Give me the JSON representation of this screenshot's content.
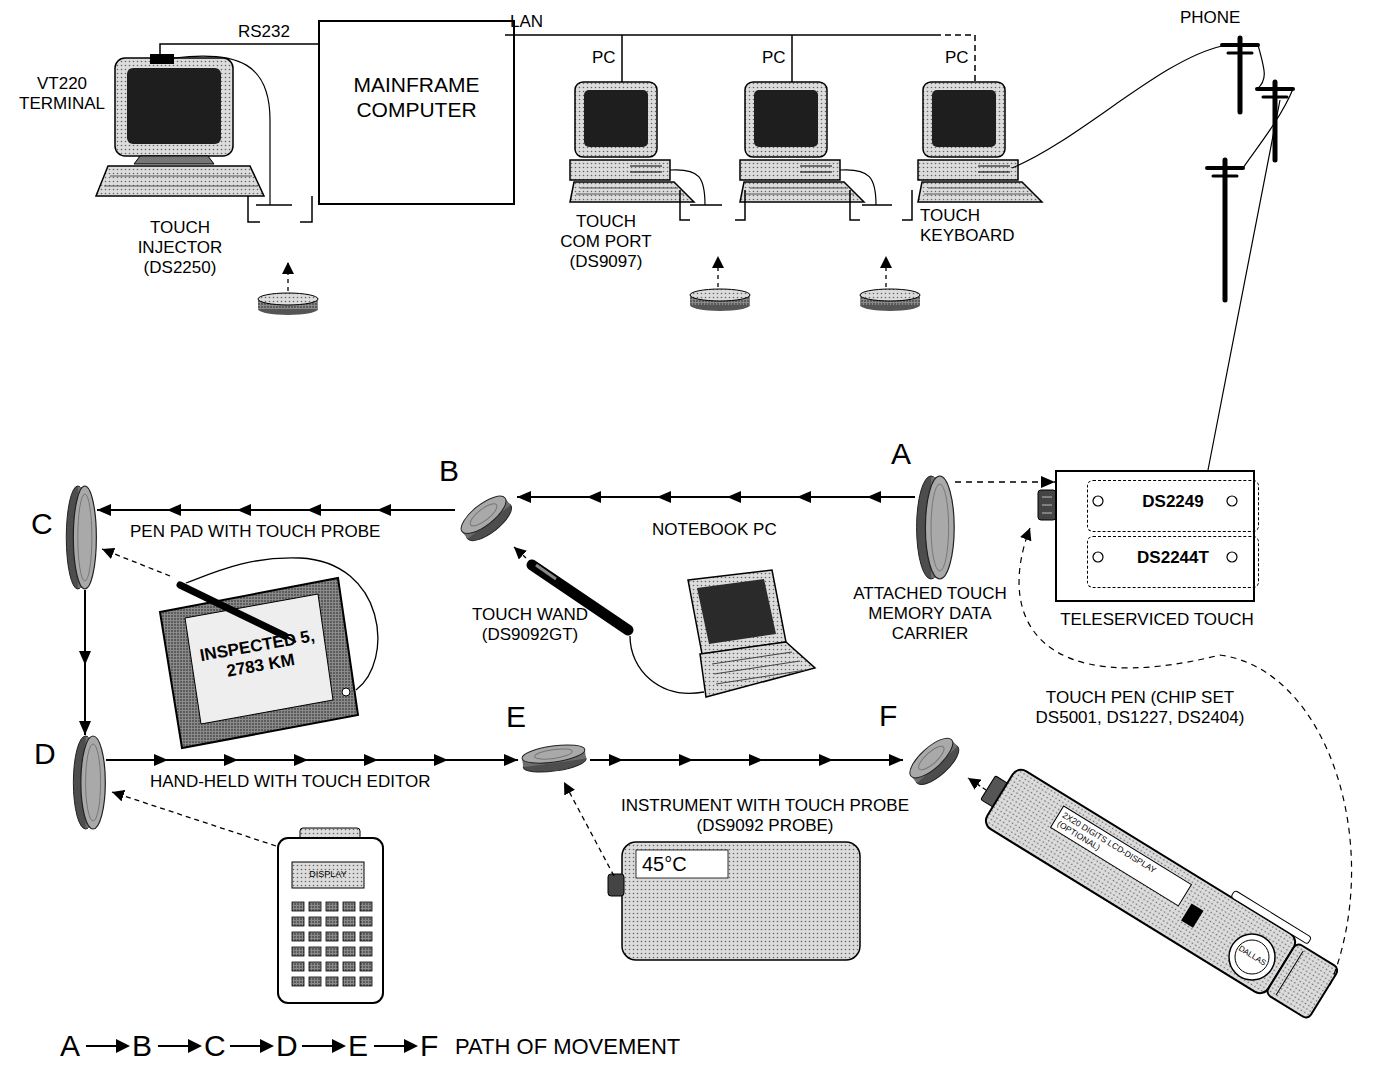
{
  "diagram": {
    "nodes": [
      {
        "text": [
          "MAINFRAME COMPUTER"
        ]
      },
      {
        "text": [
          "A"
        ]
      },
      {
        "text": [
          "B"
        ]
      },
      {
        "text": [
          "C"
        ]
      },
      {
        "text": [
          "D"
        ]
      },
      {
        "text": [
          "E"
        ]
      },
      {
        "text": [
          "F"
        ]
      },
      {
        "text": [
          "TELESERVICED TOUCH"
        ]
      },
      {
        "text": [
          "DS2249"
        ],
        "in": 7
      },
      {
        "text": [
          "DS2244T"
        ],
        "in": 7
      }
    ],
    "edges": [
      {
        "from": 1,
        "to": 2,
        "arrow": "to"
      },
      {
        "from": 2,
        "to": 3,
        "arrow": "to"
      },
      {
        "from": 3,
        "to": 4,
        "arrow": "to"
      },
      {
        "from": 4,
        "to": 5,
        "arrow": "to"
      },
      {
        "from": 5,
        "to": 6,
        "arrow": "to"
      },
      {
        "from": 1,
        "to": 7,
        "arrow": "to"
      }
    ],
    "labels": [
      "RS232",
      "LAN",
      "VT220 TERMINAL",
      "PC",
      "PC",
      "PC",
      "PHONE",
      "TOUCH INJECTOR (DS2250)",
      "TOUCH COM PORT (DS9097)",
      "TOUCH KEYBOARD",
      "PEN PAD WITH TOUCH PROBE",
      "NOTEBOOK PC",
      "ATTACHED TOUCH MEMORY DATA CARRIER",
      "TOUCH WAND (DS9092GT)",
      "INSPECTED 5, 2783 KM",
      "HAND-HELD WITH TOUCH EDITOR",
      "INSTRUMENT WITH TOUCH PROBE (DS9092 PROBE)",
      "45°C",
      "DISPLAY",
      "TOUCH PEN (CHIP SET DS5001, DS1227, DS2404)",
      "2X20 DIGITS LCD-DISPLAY (OPTIONAL)",
      "DALLAS",
      "A",
      "B",
      "C",
      "D",
      "E",
      "F",
      "PATH OF MOVEMENT"
    ]
  }
}
